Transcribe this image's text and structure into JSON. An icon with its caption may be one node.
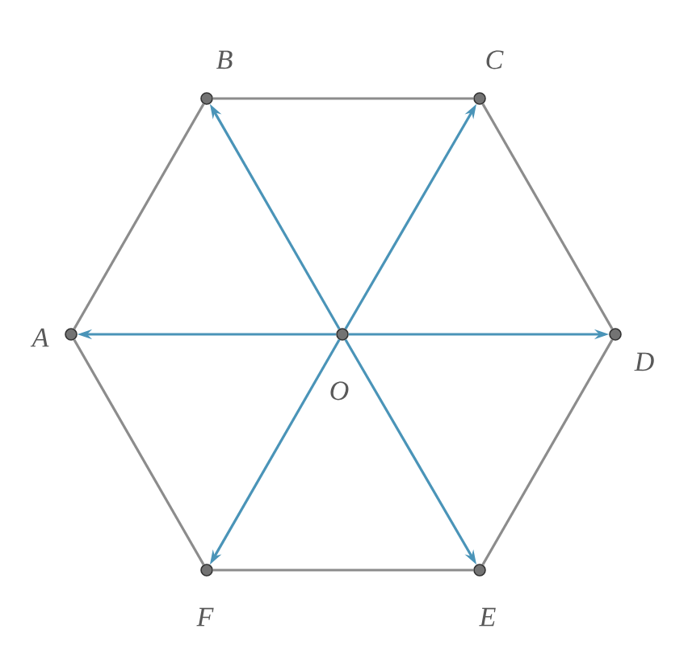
{
  "diagram": {
    "nodes": [
      {
        "text": [],
        "shape": "circle",
        "beside": [
          "A"
        ]
      },
      {
        "text": [],
        "shape": "circle",
        "beside": [
          "B"
        ]
      },
      {
        "text": [],
        "shape": "circle",
        "beside": [
          "C"
        ]
      },
      {
        "text": [],
        "shape": "circle",
        "beside": [
          "D"
        ]
      },
      {
        "text": [],
        "shape": "circle",
        "beside": [
          "E"
        ]
      },
      {
        "text": [],
        "shape": "circle",
        "beside": [
          "F"
        ]
      },
      {
        "text": [],
        "shape": "circle",
        "beside": [
          "O"
        ]
      }
    ],
    "edges": [
      {
        "from": 0,
        "to": 1,
        "arrow": "none",
        "color": "#8c8c8c"
      },
      {
        "from": 1,
        "to": 2,
        "arrow": "none",
        "color": "#8c8c8c"
      },
      {
        "from": 2,
        "to": 3,
        "arrow": "none",
        "color": "#8c8c8c"
      },
      {
        "from": 3,
        "to": 4,
        "arrow": "none",
        "color": "#8c8c8c"
      },
      {
        "from": 4,
        "to": 5,
        "arrow": "none",
        "color": "#8c8c8c"
      },
      {
        "from": 5,
        "to": 0,
        "arrow": "none",
        "color": "#8c8c8c"
      },
      {
        "from": 6,
        "to": 0,
        "arrow": "to",
        "color": "#4a94b8"
      },
      {
        "from": 6,
        "to": 1,
        "arrow": "to",
        "color": "#4a94b8"
      },
      {
        "from": 6,
        "to": 2,
        "arrow": "to",
        "color": "#4a94b8"
      },
      {
        "from": 6,
        "to": 3,
        "arrow": "to",
        "color": "#4a94b8"
      },
      {
        "from": 6,
        "to": 4,
        "arrow": "to",
        "color": "#4a94b8"
      },
      {
        "from": 6,
        "to": 5,
        "arrow": "to",
        "color": "#4a94b8"
      }
    ]
  }
}
